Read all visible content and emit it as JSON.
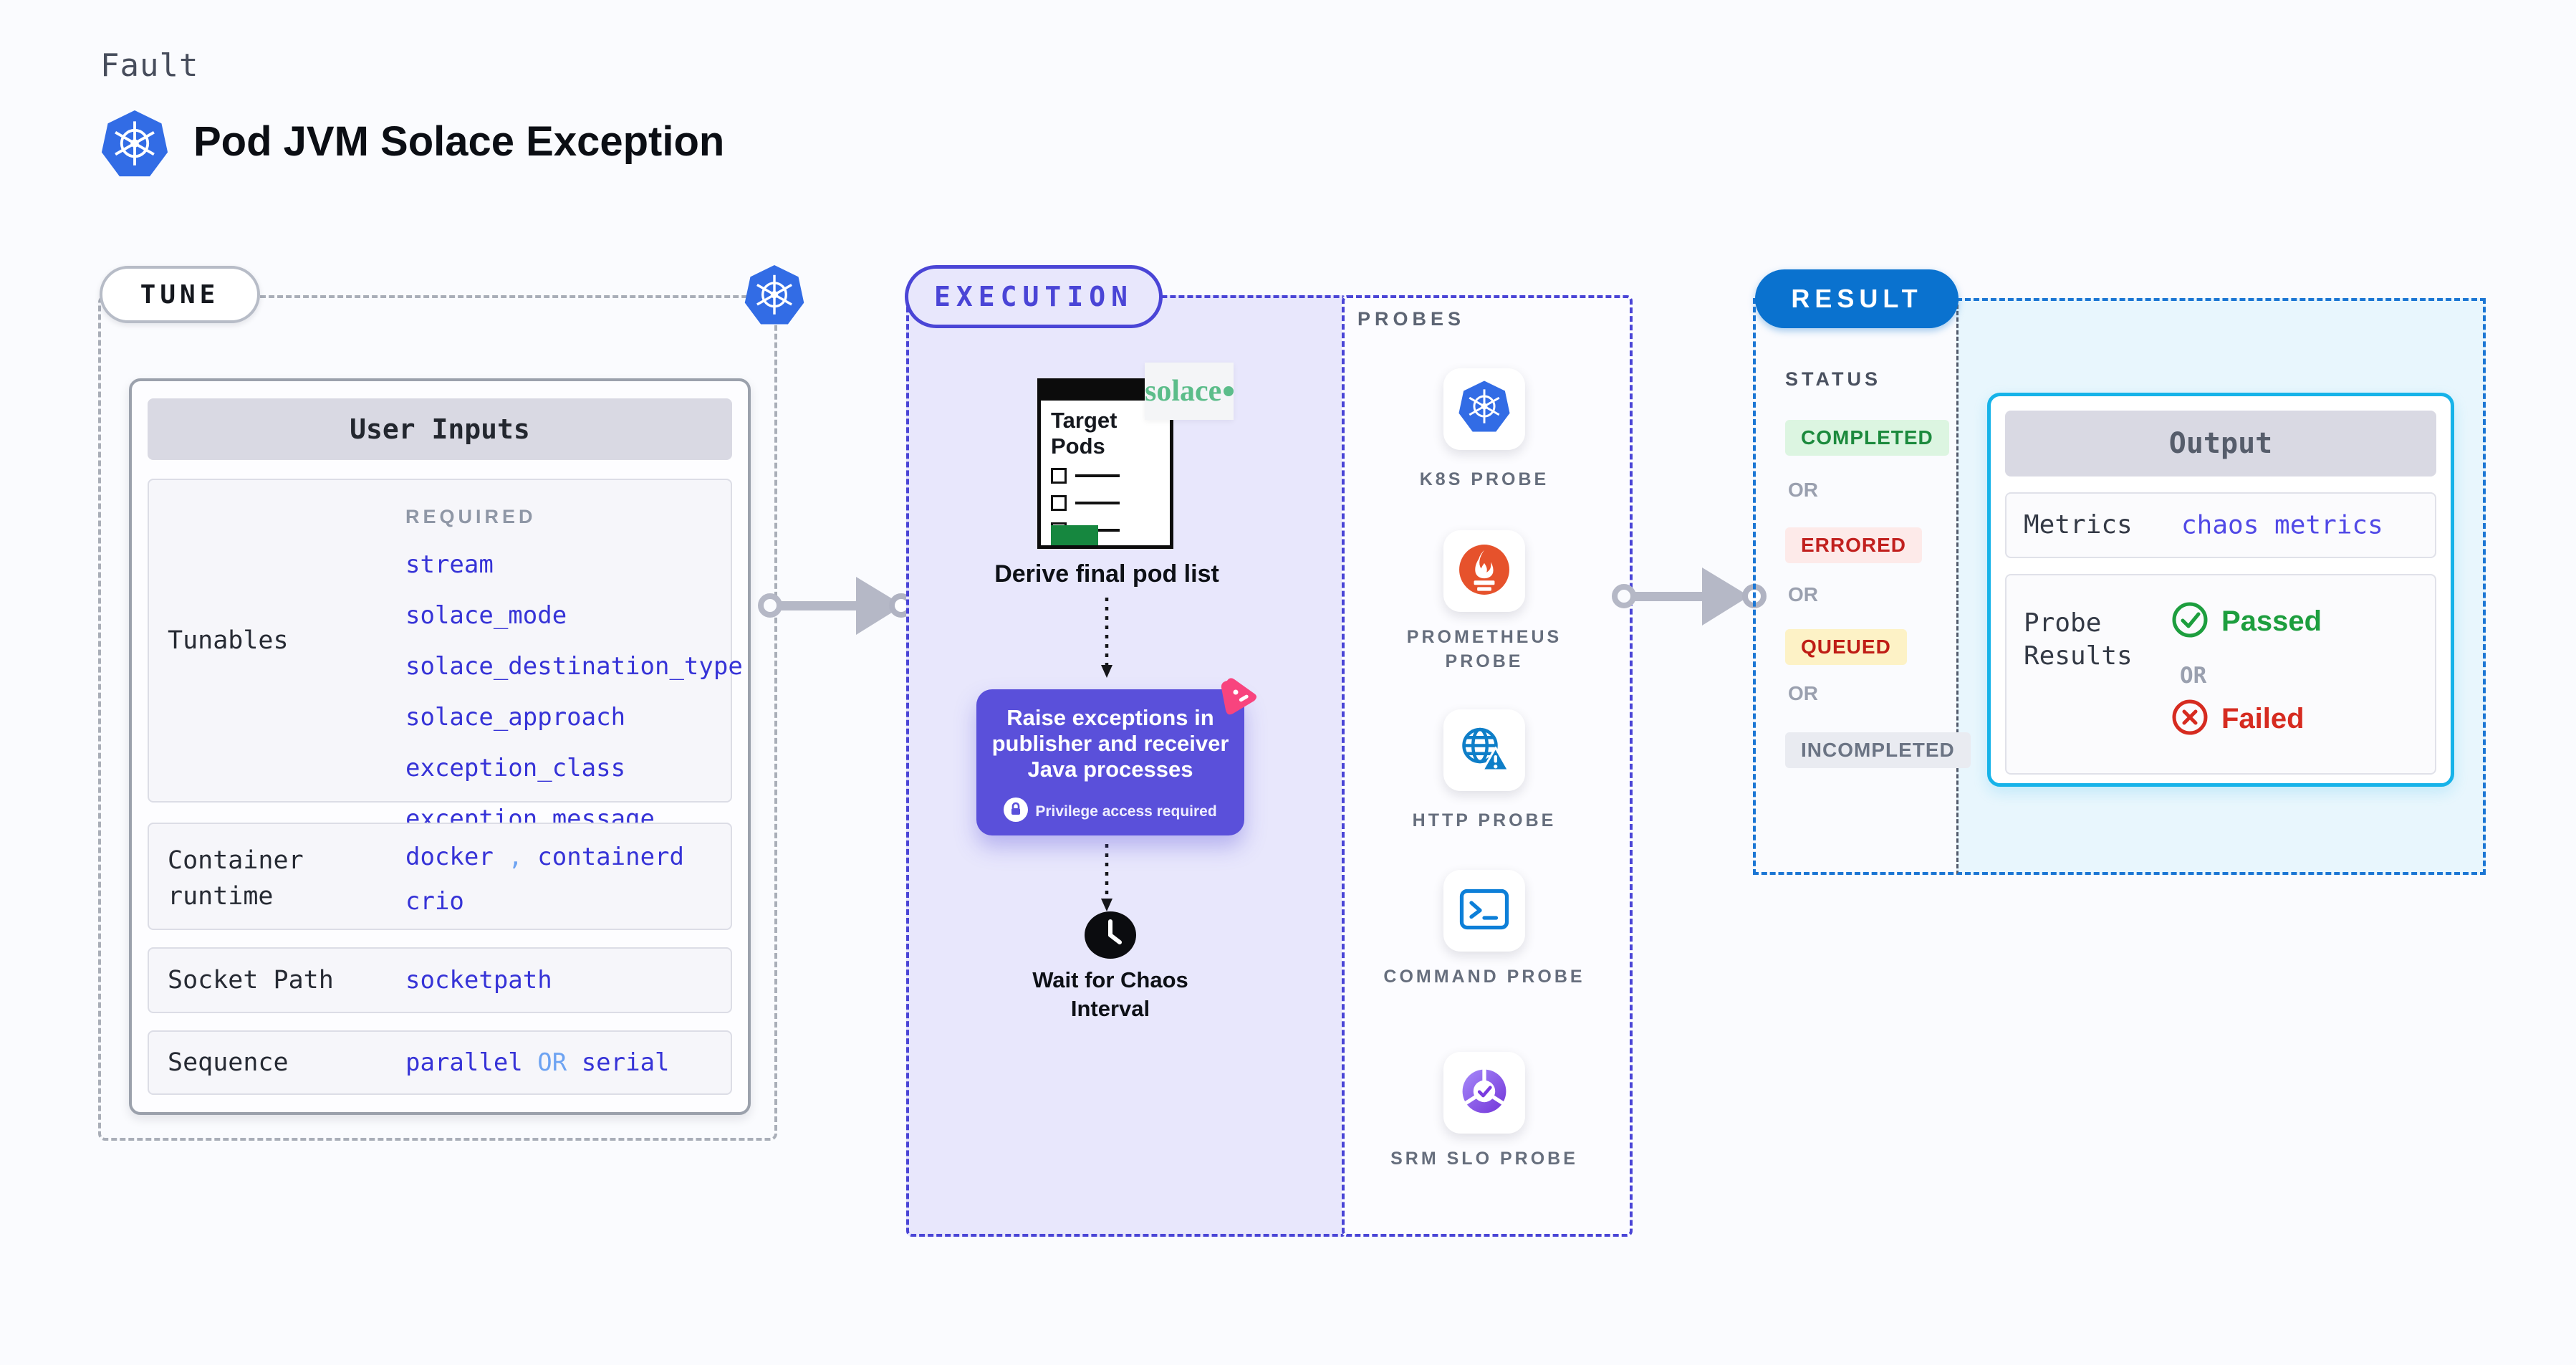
{
  "page": {
    "fault_label": "Fault",
    "title": "Pod JVM Solace Exception"
  },
  "colors": {
    "accent_blue": "#4a45d6",
    "result_blue": "#0a72cf",
    "output_border_cyan": "#16b3e9",
    "value_blue": "#3633d7",
    "value_light_blue": "#6da3f2",
    "k8s_blue": "#326ce5",
    "prometheus_orange": "#e6522c",
    "action_purple": "#5a50da",
    "pink_badge": "#f8447e",
    "passed_green": "#1d9e3e",
    "failed_red": "#d62b20",
    "solace_green": "#5cbd8a"
  },
  "tune": {
    "label": "TUNE",
    "card_title": "User Inputs",
    "required_label": "REQUIRED",
    "tunables_label": "Tunables",
    "tunables": [
      "stream",
      "solace_mode",
      "solace_destination_type",
      "solace_approach",
      "exception_class",
      "exception_message"
    ],
    "container_runtime": {
      "label": "Container runtime",
      "line1": [
        "docker",
        ",",
        "containerd"
      ],
      "line2": "crio"
    },
    "socket_path": {
      "label": "Socket Path",
      "value": "socketpath"
    },
    "sequence": {
      "label": "Sequence",
      "value1": "parallel",
      "or": "OR",
      "value2": "serial"
    }
  },
  "execution": {
    "label": "EXECUTION",
    "target_pods_title": "Target Pods",
    "solace_logo_text": "solace",
    "derive_caption": "Derive final pod list",
    "action_text": "Raise exceptions in publisher and receiver Java processes",
    "privilege_note": "Privilege access required",
    "wait_caption": "Wait for Chaos Interval"
  },
  "probes": {
    "label": "PROBES",
    "items": [
      {
        "label": "K8S PROBE",
        "icon": "kubernetes-icon"
      },
      {
        "label": "PROMETHEUS PROBE",
        "icon": "prometheus-icon"
      },
      {
        "label": "HTTP PROBE",
        "icon": "http-globe-warning-icon"
      },
      {
        "label": "COMMAND PROBE",
        "icon": "terminal-icon"
      },
      {
        "label": "SRM SLO PROBE",
        "icon": "slo-donut-check-icon"
      }
    ]
  },
  "result": {
    "label": "RESULT",
    "status_label": "STATUS",
    "or_label": "OR",
    "statuses": [
      {
        "text": "COMPLETED",
        "fg": "#1c8a3d",
        "bg": "#dcf5e1"
      },
      {
        "text": "ERRORED",
        "fg": "#c1201e",
        "bg": "#fdeae9"
      },
      {
        "text": "QUEUED",
        "fg": "#bf1d16",
        "bg": "#fdf2c6"
      },
      {
        "text": "INCOMPLETED",
        "fg": "#6b7484",
        "bg": "#e9ebf1"
      }
    ],
    "output": {
      "title": "Output",
      "metrics_label": "Metrics",
      "metrics_value": "chaos metrics",
      "probe_results_label": "Probe Results",
      "passed_text": "Passed",
      "or_text": "OR",
      "failed_text": "Failed"
    }
  }
}
